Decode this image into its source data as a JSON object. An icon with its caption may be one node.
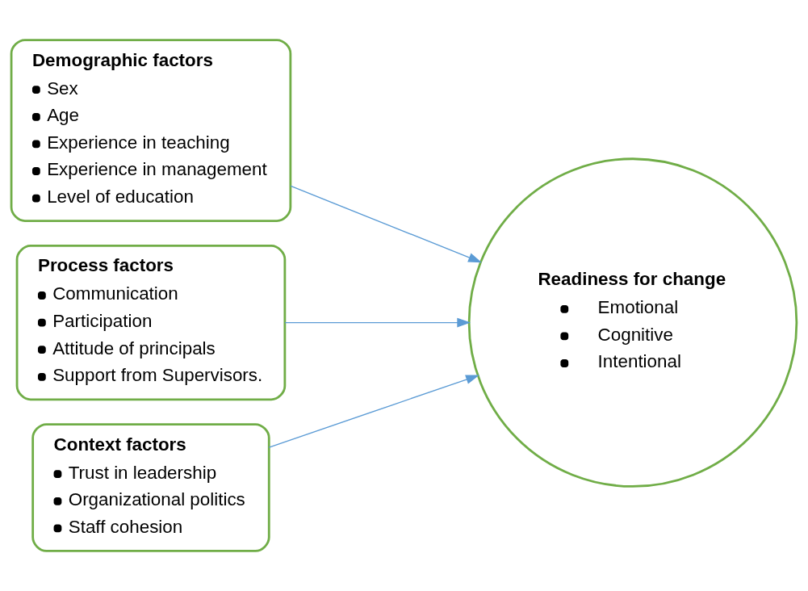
{
  "diagram": {
    "nodes": [
      {
        "text": [
          "Demographic factors",
          "Sex",
          "Age",
          "Experience in teaching",
          "Experience in management",
          "Level of education"
        ]
      },
      {
        "text": [
          "Process factors",
          "Communication",
          "Participation",
          "Attitude of principals",
          "Support from Supervisors."
        ]
      },
      {
        "text": [
          "Context factors",
          "Trust in leadership",
          "Organizational politics",
          "Staff cohesion"
        ]
      },
      {
        "text": [
          "Readiness for change",
          "Emotional",
          "Cognitive",
          "Intentional"
        ]
      }
    ],
    "edges": [
      {
        "from": 0,
        "to": 3,
        "arrow": "to"
      },
      {
        "from": 1,
        "to": 3,
        "arrow": "to"
      },
      {
        "from": 2,
        "to": 3,
        "arrow": "to"
      }
    ]
  }
}
